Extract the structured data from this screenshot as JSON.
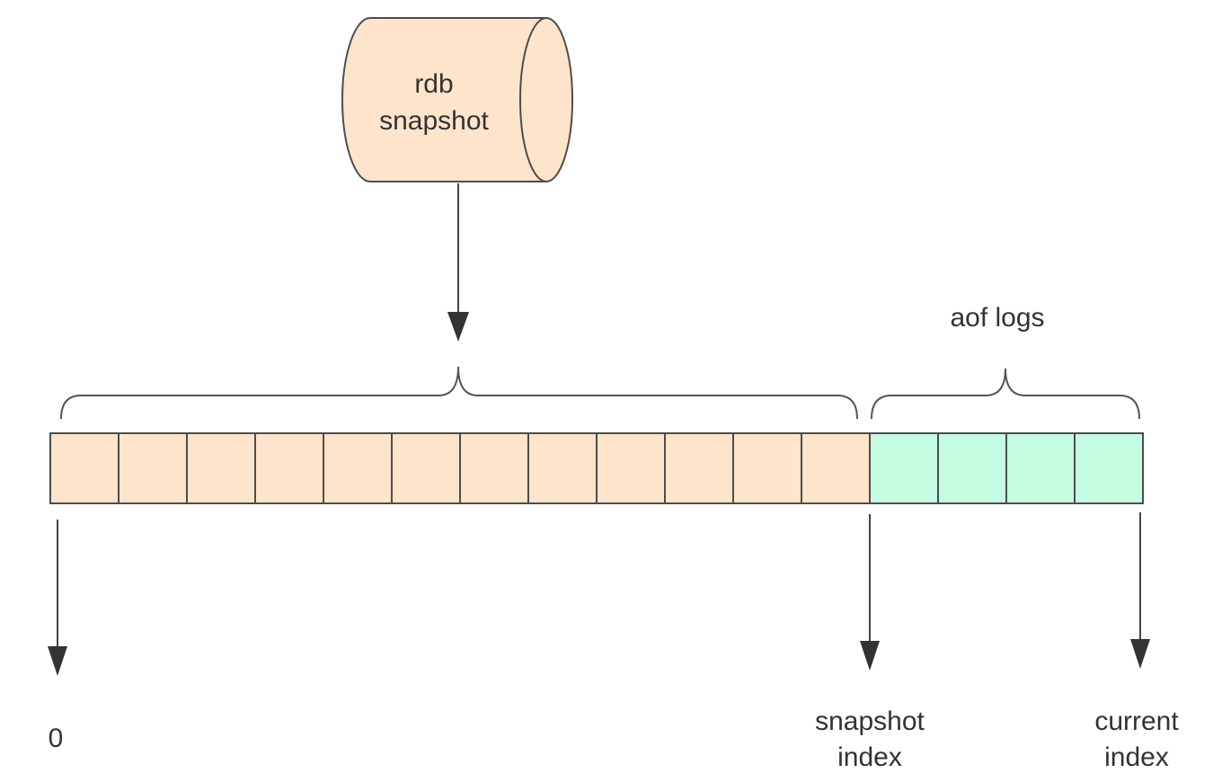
{
  "snapshot": {
    "label_line1": "rdb",
    "label_line2": "snapshot"
  },
  "aof": {
    "label": "aof logs"
  },
  "index_labels": {
    "zero": "0",
    "snapshot_line1": "snapshot",
    "snapshot_line2": "index",
    "current_line1": "current",
    "current_line2": "index"
  },
  "log_cells": {
    "snapshot_count": 12,
    "aof_count": 4
  },
  "colors": {
    "snapshot_fill": "#FFE4CC",
    "aof_fill": "#C4FCE2",
    "outline": "#4D4D4D",
    "arrow": "#333333"
  }
}
